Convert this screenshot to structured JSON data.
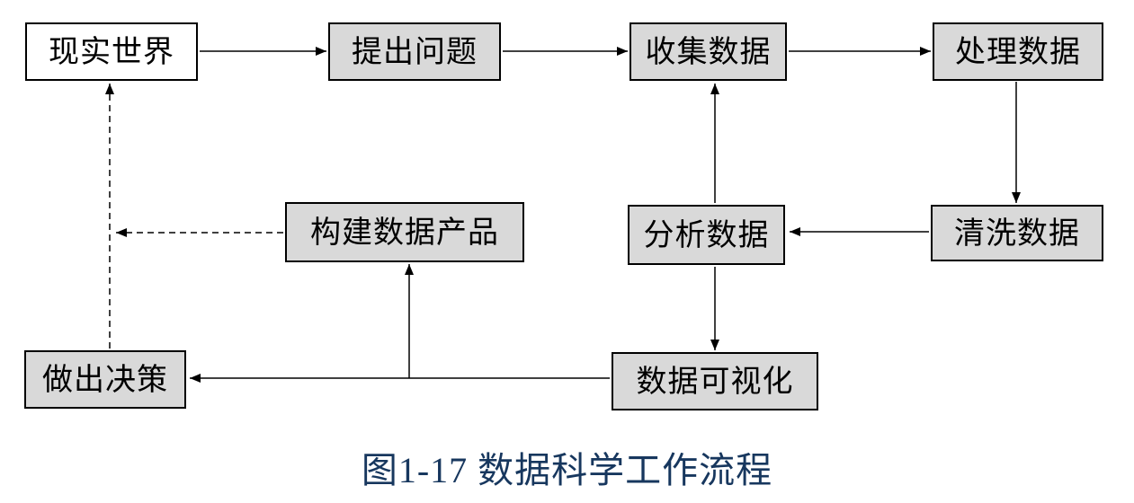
{
  "diagram": {
    "caption": "图1-17 数据科学工作流程",
    "nodes": {
      "real_world": {
        "label": "现实世界"
      },
      "ask_question": {
        "label": "提出问题"
      },
      "collect_data": {
        "label": "收集数据"
      },
      "process_data": {
        "label": "处理数据"
      },
      "clean_data": {
        "label": "清洗数据"
      },
      "analyze_data": {
        "label": "分析数据"
      },
      "build_product": {
        "label": "构建数据产品"
      },
      "visualize_data": {
        "label": "数据可视化"
      },
      "make_decision": {
        "label": "做出决策"
      }
    },
    "edges": [
      {
        "from": "real_world",
        "to": "ask_question",
        "style": "solid"
      },
      {
        "from": "ask_question",
        "to": "collect_data",
        "style": "solid"
      },
      {
        "from": "collect_data",
        "to": "process_data",
        "style": "solid"
      },
      {
        "from": "process_data",
        "to": "clean_data",
        "style": "solid"
      },
      {
        "from": "clean_data",
        "to": "analyze_data",
        "style": "solid"
      },
      {
        "from": "analyze_data",
        "to": "collect_data",
        "style": "solid"
      },
      {
        "from": "analyze_data",
        "to": "visualize_data",
        "style": "solid"
      },
      {
        "from": "visualize_data",
        "to": "make_decision",
        "style": "solid"
      },
      {
        "from": "visualize_data",
        "to": "build_product",
        "style": "solid"
      },
      {
        "from": "make_decision",
        "to": "real_world",
        "style": "dashed"
      },
      {
        "from": "build_product",
        "to": "real_world",
        "style": "dashed"
      }
    ],
    "colors": {
      "node_fill": "#d9d9d9",
      "real_world_fill": "#ffffff",
      "border": "#000000",
      "line": "#000000",
      "caption_text": "#17375e",
      "page_background": "#ffffff"
    }
  }
}
